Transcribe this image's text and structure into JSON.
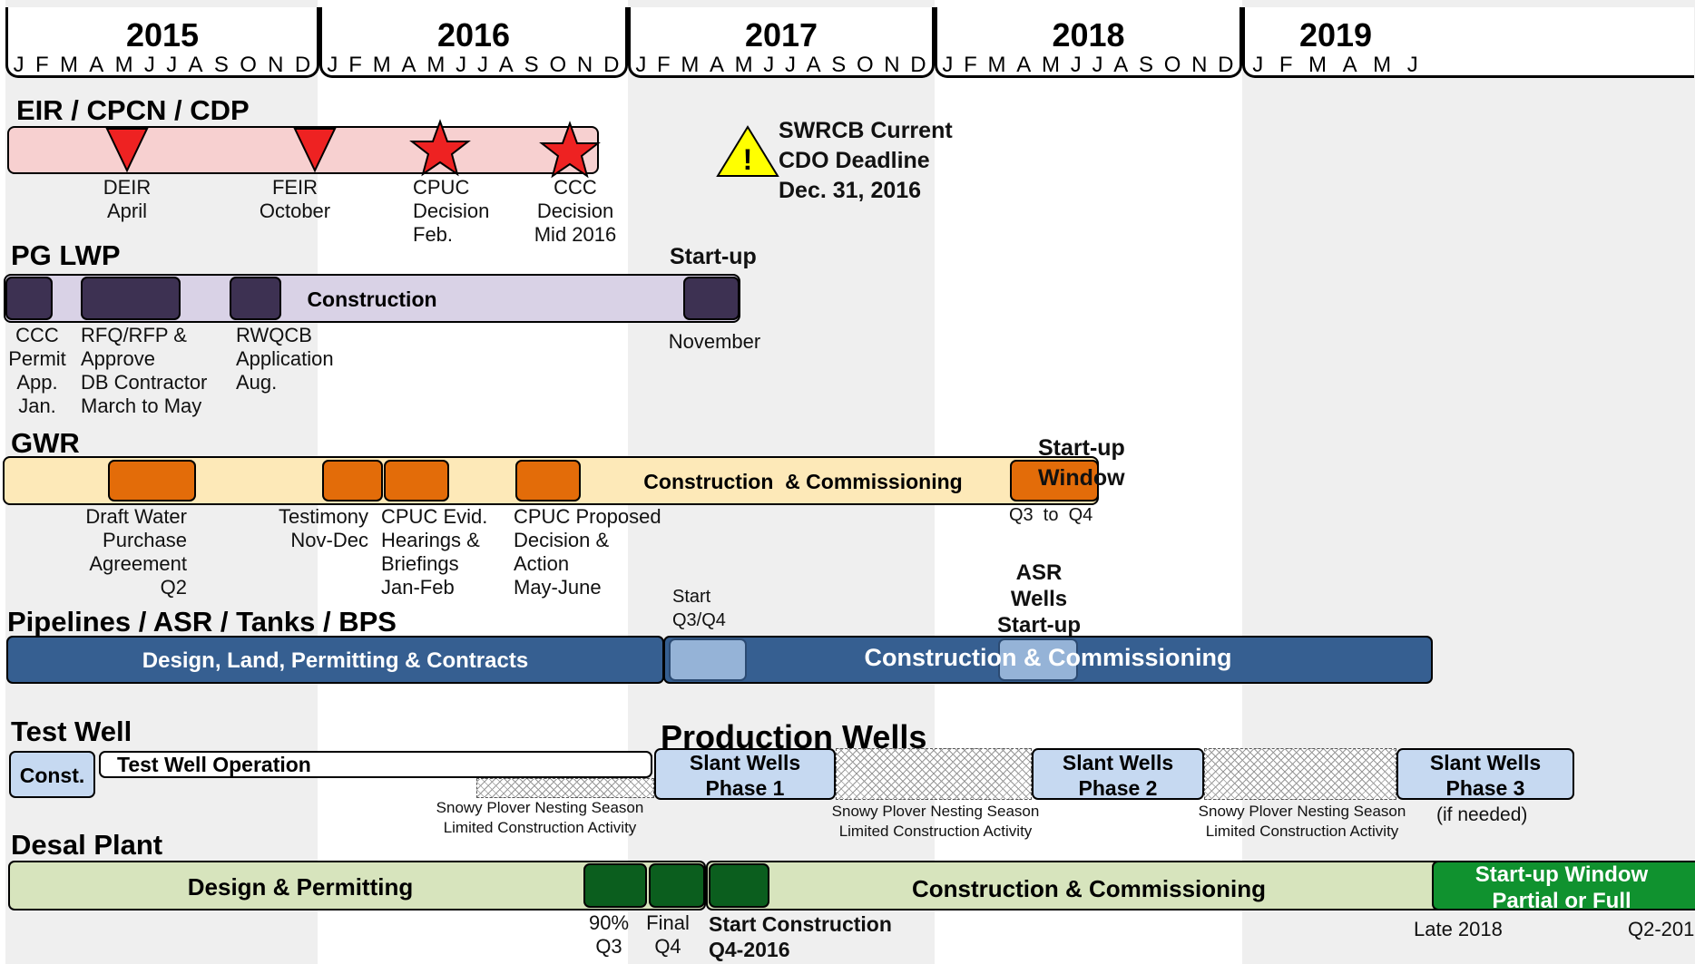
{
  "timeline": {
    "years": [
      {
        "label": "2015",
        "months": [
          "J",
          "F",
          "M",
          "A",
          "M",
          "J",
          "J",
          "A",
          "S",
          "O",
          "N",
          "D"
        ]
      },
      {
        "label": "2016",
        "months": [
          "J",
          "F",
          "M",
          "A",
          "M",
          "J",
          "J",
          "A",
          "S",
          "O",
          "N",
          "D"
        ]
      },
      {
        "label": "2017",
        "months": [
          "J",
          "F",
          "M",
          "A",
          "M",
          "J",
          "J",
          "A",
          "S",
          "O",
          "N",
          "D"
        ]
      },
      {
        "label": "2018",
        "months": [
          "J",
          "F",
          "M",
          "A",
          "M",
          "J",
          "J",
          "A",
          "S",
          "O",
          "N",
          "D"
        ]
      },
      {
        "label": "2019",
        "months": [
          "J",
          "F",
          "M",
          "A",
          "M",
          "J"
        ]
      }
    ]
  },
  "eir": {
    "title": "EIR / CPCN / CDP",
    "milestones": [
      {
        "line1": "DEIR",
        "line2": "April"
      },
      {
        "line1": "FEIR",
        "line2": "October"
      },
      {
        "line1": "CPUC",
        "line2": "Decision",
        "line3": "Feb."
      },
      {
        "line1": "CCC",
        "line2": "Decision",
        "line3": "Mid 2016"
      }
    ]
  },
  "swrcb": {
    "line1": "SWRCB Current",
    "line2": "CDO Deadline",
    "line3": "Dec. 31, 2016",
    "icon": "warning-icon"
  },
  "pglwp": {
    "title": "PG LWP",
    "bar_label": "Construction",
    "startup_label": "Start-up",
    "startup_month": "November",
    "milestones": [
      {
        "line1": "CCC",
        "line2": "Permit",
        "line3": "App.",
        "line4": "Jan."
      },
      {
        "line1": "RFQ/RFP &",
        "line2": "Approve",
        "line3": "DB Contractor",
        "line4": "March to May"
      },
      {
        "line1": "RWQCB",
        "line2": "Application",
        "line3": "Aug."
      }
    ]
  },
  "gwr": {
    "title": "GWR",
    "bar_label": "Construction  & Commissioning",
    "startup_line1": "Start-up",
    "startup_line2": "Window",
    "startup_range": "Q3  to  Q4",
    "milestones": [
      {
        "line1": "Draft Water",
        "line2": "Purchase",
        "line3": "Agreement",
        "line4": "Q2"
      },
      {
        "line1": "Testimony",
        "line2": "Nov-Dec"
      },
      {
        "line1": "CPUC Evid.",
        "line2": "Hearings &",
        "line3": "Briefings",
        "line4": "Jan-Feb"
      },
      {
        "line1": "CPUC Proposed",
        "line2": "Decision &",
        "line3": "Action",
        "line4": "May-June"
      }
    ]
  },
  "pipelines": {
    "title": "Pipelines / ASR / Tanks / BPS",
    "design_label": "Design, Land, Permitting & Contracts",
    "construction_label": "Construction & Commissioning",
    "start_line1": "Start",
    "start_line2": "Q3/Q4",
    "asr_line1": "ASR",
    "asr_line2": "Wells",
    "asr_line3": "Start-up"
  },
  "testwell": {
    "title": "Test Well",
    "const_label": "Const.",
    "operation_label": "Test Well Operation"
  },
  "production": {
    "title": "Production Wells",
    "phase1": {
      "line1": "Slant Wells",
      "line2": "Phase 1"
    },
    "phase2": {
      "line1": "Slant Wells",
      "line2": "Phase 2"
    },
    "phase3": {
      "line1": "Slant Wells",
      "line2": "Phase  3",
      "note": "(if needed)"
    },
    "plover_line1": "Snowy Plover Nesting Season",
    "plover_line2": "Limited Construction Activity"
  },
  "desal": {
    "title": "Desal Plant",
    "design_label": "Design & Permitting",
    "construction_label": "Construction & Commissioning",
    "startup_line1": "Start-up Window",
    "startup_line2": "Partial or Full",
    "m90_line1": "90%",
    "m90_line2": "Q3",
    "final_line1": "Final",
    "final_line2": "Q4",
    "start_line1": "Start Construction",
    "start_line2": "Q4-2016",
    "late": "Late 2018",
    "q2": "Q2-201"
  },
  "colors": {
    "eir_bar": "#f7d0d0",
    "eir_marker": "#ee2222",
    "lwp_bar": "#d9d2e6",
    "lwp_block": "#3d3152",
    "gwr_bar": "#fde9b8",
    "gwr_block": "#e36c09",
    "pipe_bar": "#365f91",
    "pipe_light": "#95b3d7",
    "box_blue": "#c6d9f1",
    "desal_bar": "#d7e4bd",
    "desal_block": "#0b5e1e",
    "desal_startup": "#10922f"
  }
}
